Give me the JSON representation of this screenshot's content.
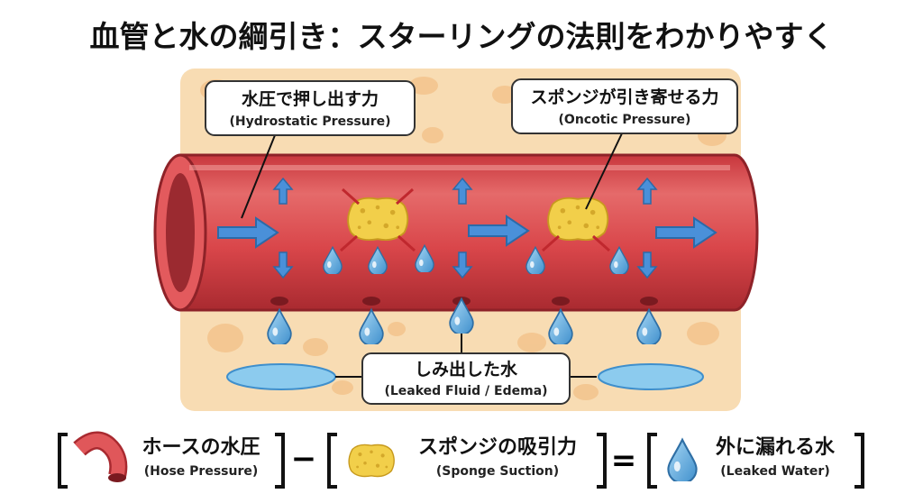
{
  "title": "血管と水の綱引き：スターリングの法則をわかりやすく",
  "callouts": {
    "hydrostatic": {
      "jp": "水圧で押し出す力",
      "en": "(Hydrostatic Pressure)"
    },
    "oncotic": {
      "jp": "スポンジが引き寄せる力",
      "en": "(Oncotic Pressure)"
    },
    "leaked": {
      "jp": "しみ出した水",
      "en": "(Leaked Fluid / Edema)"
    }
  },
  "equation": {
    "term1": {
      "jp": "ホースの水圧",
      "en": "(Hose Pressure)",
      "icon": "hose-icon"
    },
    "minus": "−",
    "term2": {
      "jp": "スポンジの吸引力",
      "en": "(Sponge Suction)",
      "icon": "sponge-icon"
    },
    "equals": "=",
    "term3": {
      "jp": "外に漏れる水",
      "en": "(Leaked Water)",
      "icon": "water-drop-icon"
    }
  },
  "colors": {
    "vessel": "#d9464a",
    "tissue": "#f8dcb3",
    "water": "#5aa9dc",
    "arrow": "#4a90d9",
    "sponge": "#f2cf4a"
  }
}
